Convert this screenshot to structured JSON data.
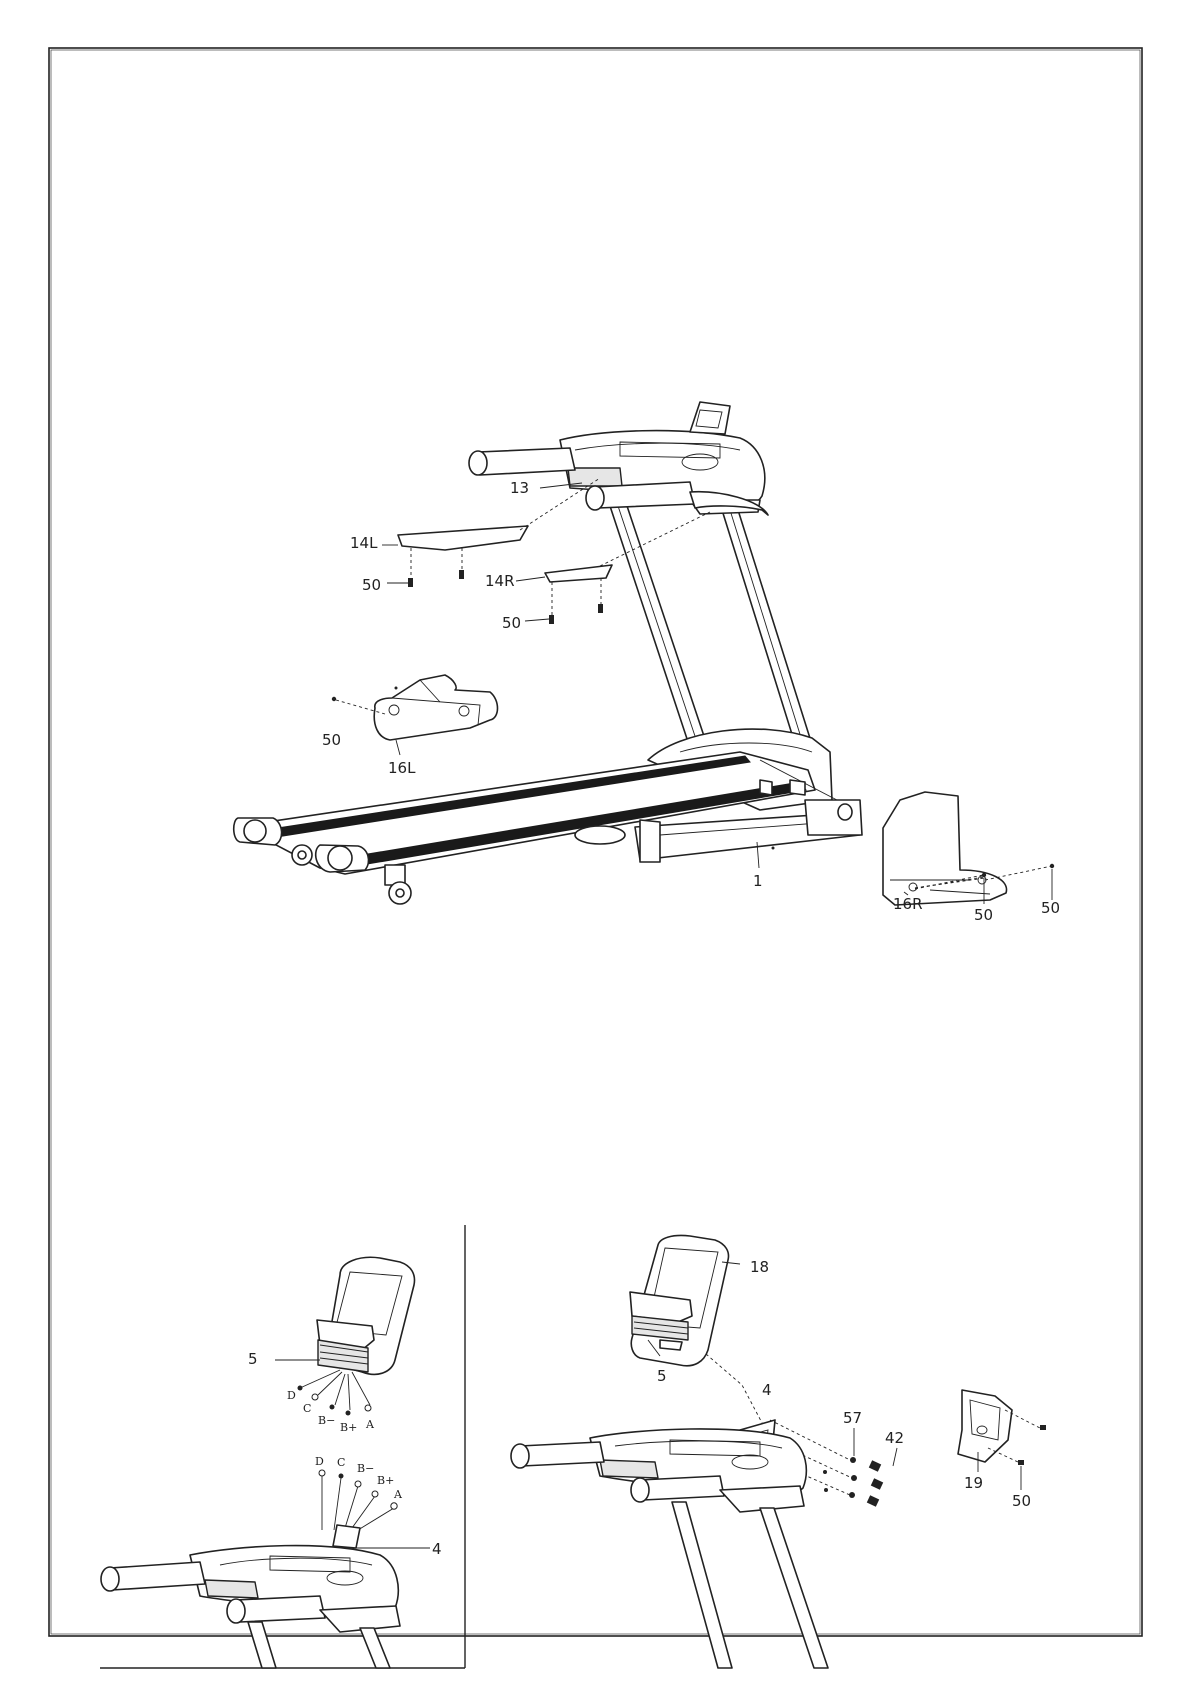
{
  "main_assembly": {
    "callouts": [
      "13",
      "14L",
      "14R",
      "50",
      "50",
      "16L",
      "50",
      "1",
      "16R",
      "50",
      "50"
    ]
  },
  "console_wiring": {
    "callouts": [
      "5",
      "4"
    ],
    "wire_labels_console": [
      "D",
      "C",
      "B−",
      "B+",
      "A"
    ],
    "wire_labels_mast": [
      "D",
      "C",
      "B−",
      "B+",
      "A"
    ]
  },
  "console_mounting": {
    "callouts": [
      "18",
      "5",
      "4",
      "57",
      "42",
      "19",
      "50"
    ]
  }
}
